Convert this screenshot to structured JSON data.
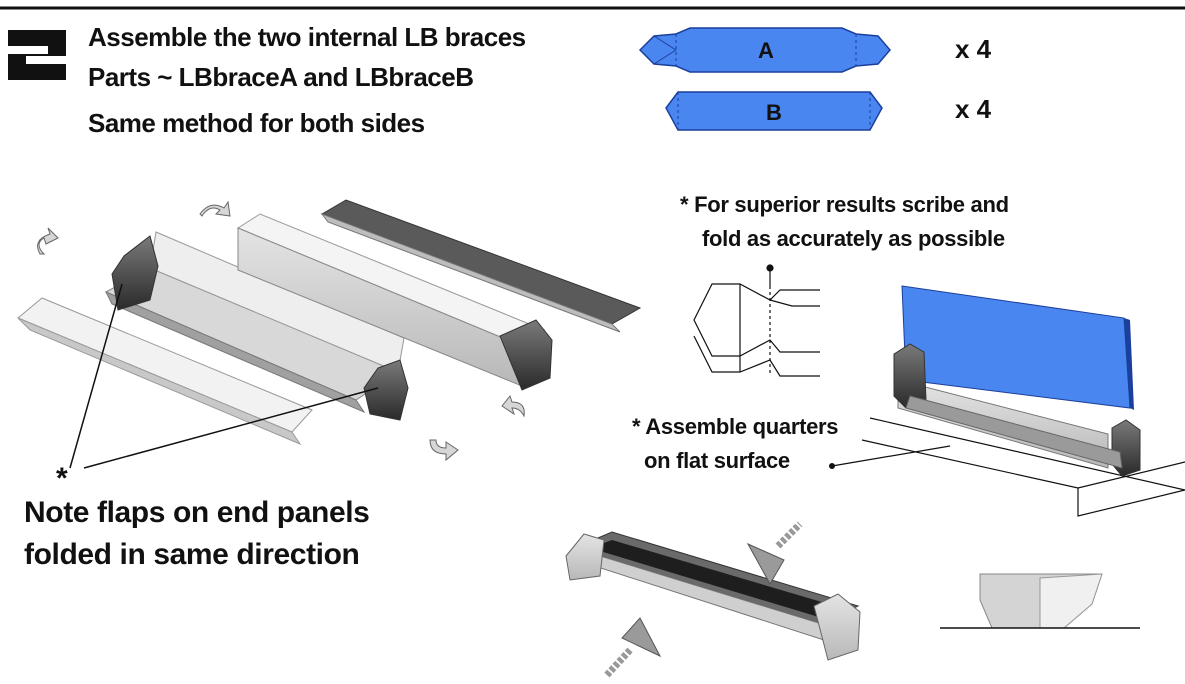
{
  "step": {
    "number": "2",
    "line1": "Assemble the two internal LB braces",
    "line2": "Parts ~ LBbraceA and  LBbraceB",
    "line3": "Same method for both sides"
  },
  "parts": [
    {
      "label": "A",
      "quantity": "x 4",
      "color": "#4a86f0"
    },
    {
      "label": "B",
      "quantity": "x 4",
      "color": "#4a86f0"
    }
  ],
  "notes": {
    "scribe_line1": "* For superior results scribe and",
    "scribe_line2": "fold as accurately as possible",
    "assemble_line1": "* Assemble quarters",
    "assemble_line2": "on flat surface",
    "asterisk": "*",
    "flaps_line1": "Note flaps on end panels",
    "flaps_line2": "folded in same direction"
  },
  "icons": [
    "rotate-arrow-icon",
    "push-arrow-icon"
  ]
}
